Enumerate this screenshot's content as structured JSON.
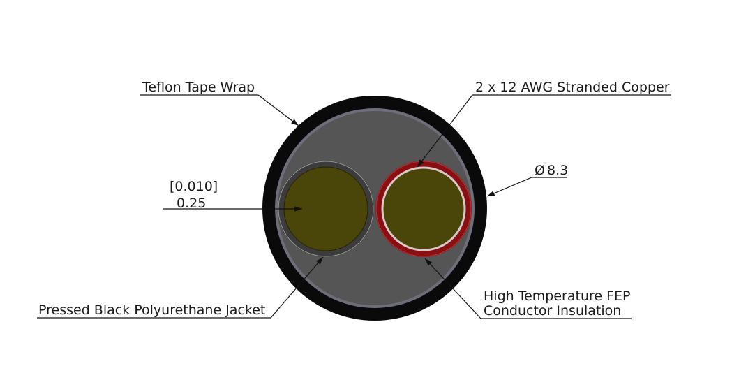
{
  "cable": {
    "outer_diameter_symbol": "Ø",
    "outer_diameter_value": "8.3",
    "jacket_thickness_inch": "[0.010]",
    "jacket_thickness_mm": "0.25"
  },
  "callouts": {
    "teflon_tape_wrap": "Teflon Tape Wrap",
    "conductor_spec": "2 x 12 AWG Stranded Copper",
    "jacket": "Pressed Black Polyurethane Jacket",
    "insulation_line1": "High Temperature FEP",
    "insulation_line2": "Conductor Insulation"
  },
  "colors": {
    "jacket": "#0a0a0a",
    "tape_wrap": "#6e6e7a",
    "filler": "#555555",
    "conductor": "#4a4508",
    "insulation_left": "#3c3c3c",
    "insulation_right": "#8a0f12",
    "leader_lines": "#111111"
  }
}
